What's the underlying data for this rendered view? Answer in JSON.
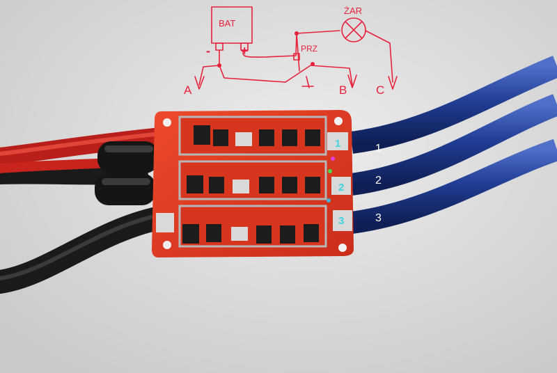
{
  "sketch": {
    "battery_label": "BAT",
    "minus_label": "-",
    "plus_label": "+",
    "lamp_label": "ŻAR",
    "switch_label": "PRZ",
    "outputs": [
      "A",
      "B",
      "C"
    ]
  },
  "board": {
    "phase_pads": [
      "1",
      "2",
      "3"
    ],
    "cable_labels": [
      "1",
      "2",
      "3"
    ]
  },
  "colors": {
    "sketch_ink": "#e8213a",
    "board_red": "#e23b24",
    "cable_blue": "#1f3d8f",
    "pad_label": "#3fd3e0"
  }
}
